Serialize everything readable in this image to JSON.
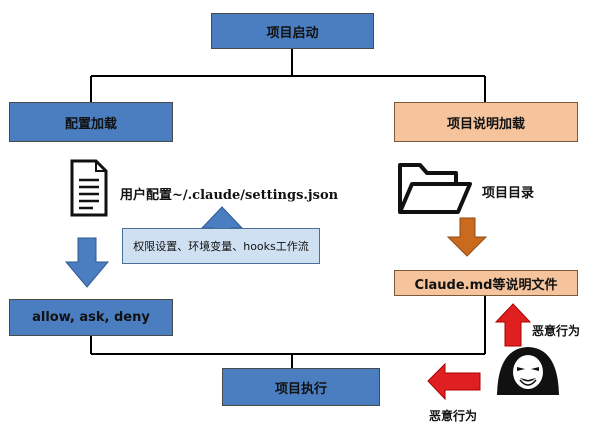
{
  "boxes": {
    "start": "项目启动",
    "config_load": "配置加载",
    "doc_load": "项目说明加载",
    "permissions": "allow, ask, deny",
    "execute": "项目执行",
    "claude_md": "Claude.md等说明文件"
  },
  "labels": {
    "user_config": "用户配置~/.claude/settings.json",
    "project_dir": "项目目录",
    "settings_note": "权限设置、环境变量、hooks工作流",
    "malicious_1": "恶意行为",
    "malicious_2": "恶意行为"
  },
  "icons": {
    "document": "document-icon",
    "folder": "folder-icon",
    "hacker": "hacker-icon"
  },
  "colors": {
    "blue_box": "#4a7ec0",
    "orange_box": "#f5c49d",
    "light_blue_box": "#cfe0f2",
    "red_arrow": "#e02020",
    "brown_arrow": "#c96a1e"
  }
}
